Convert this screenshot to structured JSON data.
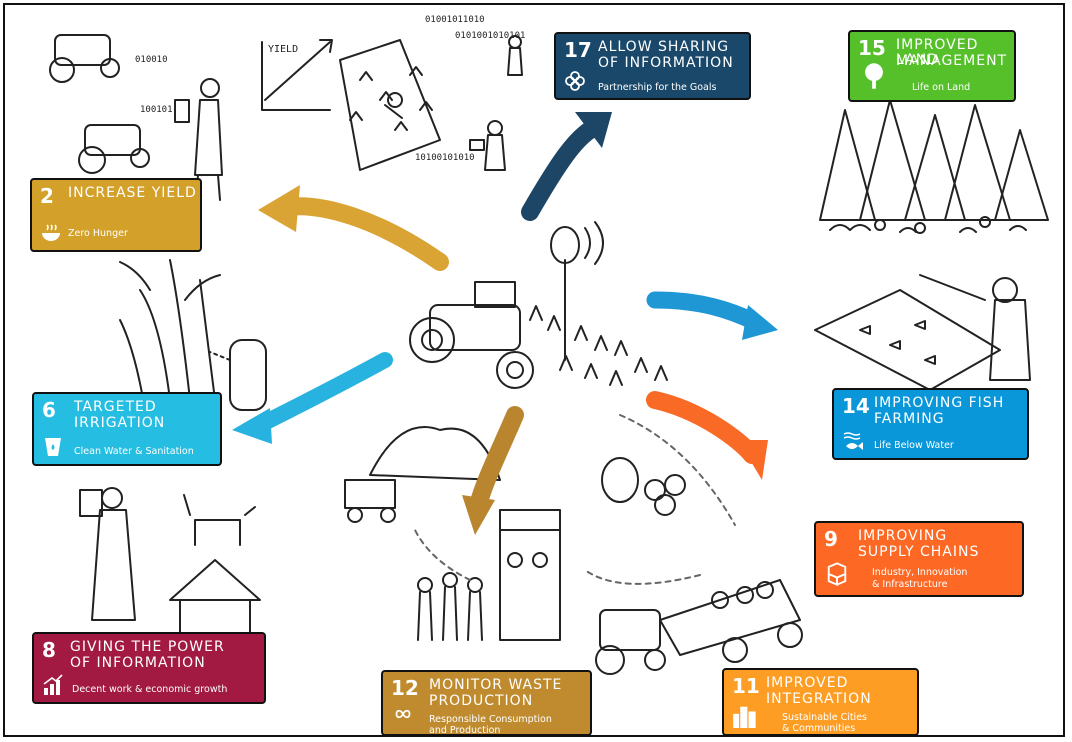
{
  "colors": {
    "goal2": "#d3a029",
    "goal6": "#26bde2",
    "goal8": "#a21942",
    "goal9": "#fd6925",
    "goal11": "#fd9d24",
    "goal12": "#bf8b2e",
    "goal14": "#0a97d9",
    "goal15": "#56c02b",
    "goal17": "#19486a",
    "arrow_blue": "#1f97d4",
    "arrow_orange": "#f86a26",
    "arrow_gold": "#d9a433",
    "arrow_brown": "#b9862f",
    "arrow_navy": "#1d4666",
    "arrow_cyan": "#28b2e0"
  },
  "art": {
    "yield_label": "YIELD",
    "binary_top_1": "01001011010",
    "binary_top_2": "0101001010101",
    "binary_top_3": "10100101010",
    "binary_left_1": "010010",
    "binary_left_2": "100101"
  },
  "cards": [
    {
      "id": "goal2",
      "number": "2",
      "title": [
        "INCREASE YIELD"
      ],
      "subtitle": [
        "Zero Hunger"
      ],
      "icon": "food-bowl-icon"
    },
    {
      "id": "goal17",
      "number": "17",
      "title": [
        "ALLOW SHARING",
        "OF INFORMATION"
      ],
      "subtitle": [
        "Partnership for the Goals"
      ],
      "icon": "partnership-flower-icon"
    },
    {
      "id": "goal15",
      "number": "15",
      "title": [
        "IMPROVED LAND",
        "MANAGEMENT"
      ],
      "subtitle": [
        "Life on Land"
      ],
      "icon": "tree-icon"
    },
    {
      "id": "goal6",
      "number": "6",
      "title": [
        "TARGETED",
        "IRRIGATION"
      ],
      "subtitle": [
        "Clean Water & Sanitation"
      ],
      "icon": "water-glass-icon"
    },
    {
      "id": "goal14",
      "number": "14",
      "title": [
        "IMPROVING FISH",
        "FARMING"
      ],
      "subtitle": [
        "Life Below Water"
      ],
      "icon": "fish-icon"
    },
    {
      "id": "goal9",
      "number": "9",
      "title": [
        "IMPROVING",
        "SUPPLY CHAINS"
      ],
      "subtitle": [
        "Industry, Innovation",
        "& Infrastructure"
      ],
      "icon": "cubes-icon"
    },
    {
      "id": "goal8",
      "number": "8",
      "title": [
        "GIVING THE POWER",
        "OF INFORMATION"
      ],
      "subtitle": [
        "Decent work & economic growth"
      ],
      "icon": "growth-chart-icon"
    },
    {
      "id": "goal12",
      "number": "12",
      "title": [
        "MONITOR WASTE",
        "PRODUCTION"
      ],
      "subtitle": [
        "Responsible Consumption",
        "and Production"
      ],
      "icon": "infinity-icon"
    },
    {
      "id": "goal11",
      "number": "11",
      "title": [
        "IMPROVED",
        "INTEGRATION"
      ],
      "subtitle": [
        "Sustainable Cities",
        "& Communities"
      ],
      "icon": "city-buildings-icon"
    }
  ]
}
